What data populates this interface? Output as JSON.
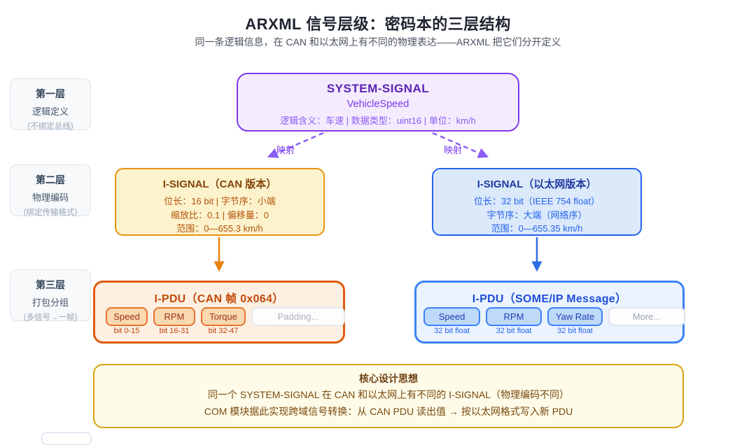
{
  "title": "ARXML 信号层级：密码本的三层结构",
  "subtitle": "同一条逻辑信息，在 CAN 和以太网上有不同的物理表达——ARXML 把它们分开定义",
  "layers": [
    {
      "name": "第一层",
      "label": "逻辑定义",
      "note": "(不绑定总线)"
    },
    {
      "name": "第二层",
      "label": "物理编码",
      "note": "(绑定传输格式)"
    },
    {
      "name": "第三层",
      "label": "打包分组",
      "note": "(多信号→一帧)"
    }
  ],
  "system_signal": {
    "title": "SYSTEM-SIGNAL",
    "name": "VehicleSpeed",
    "detail": "逻辑含义：车速 | 数据类型：uint16 | 单位：km/h"
  },
  "mapping": {
    "left": "映射",
    "right": "映射"
  },
  "isignal_can": {
    "title": "I-SIGNAL（CAN 版本）",
    "lines": [
      "位长：16 bit | 字节序：小端",
      "缩放比：0.1 | 偏移量：0",
      "范围：0—655.3 km/h"
    ]
  },
  "isignal_eth": {
    "title": "I-SIGNAL（以太网版本）",
    "lines": [
      "位长：32 bit（IEEE 754 float）",
      "字节序：大端（网络序）",
      "范围：0—655.35 km/h"
    ]
  },
  "ipdu_can": {
    "title": "I-PDU（CAN 帧 0x064）",
    "slots": [
      {
        "label": "Speed",
        "sub": "bit 0-15"
      },
      {
        "label": "RPM",
        "sub": "bit 16-31"
      },
      {
        "label": "Torque",
        "sub": "bit 32-47"
      },
      {
        "label": "Padding...",
        "sub": ""
      }
    ]
  },
  "ipdu_eth": {
    "title": "I-PDU（SOME/IP Message）",
    "slots": [
      {
        "label": "Speed",
        "sub": "32 bit float"
      },
      {
        "label": "RPM",
        "sub": "32 bit float"
      },
      {
        "label": "Yaw Rate",
        "sub": "32 bit float"
      },
      {
        "label": "More...",
        "sub": ""
      }
    ]
  },
  "summary": {
    "title": "核心设计思想",
    "line1": "同一个 SYSTEM-SIGNAL 在 CAN 和以太网上有不同的 I-SIGNAL（物理编码不同）",
    "line2": "COM 模块据此实现跨域信号转换：从 CAN PDU 读出值 →  按以太网格式写入新 PDU"
  },
  "colors": {
    "purple": "#7c3aed",
    "orange": "#e8930c",
    "orange_deep": "#e25a0d",
    "blue": "#2563eb",
    "blue_bright": "#3b82f6",
    "gold": "#daa30d"
  }
}
